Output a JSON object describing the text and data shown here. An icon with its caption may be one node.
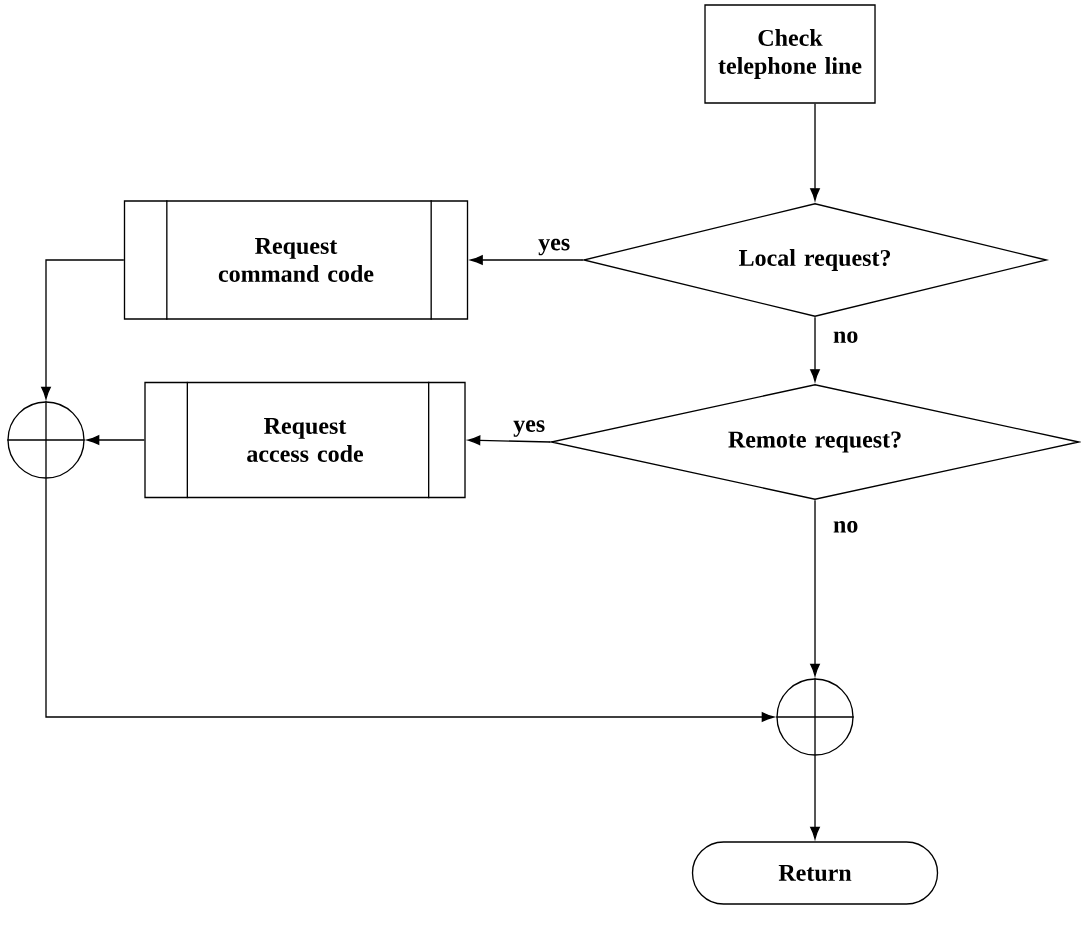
{
  "diagram": {
    "nodes": [
      {
        "text": [
          "Check telephone line"
        ]
      },
      {
        "text": [
          "Local request?"
        ]
      },
      {
        "text": [
          "Request command code"
        ]
      },
      {
        "text": [
          "Remote  request?"
        ]
      },
      {
        "text": [
          "Request access code"
        ]
      },
      {
        "text": [],
        "shape": "circle"
      },
      {
        "text": [],
        "shape": "circle"
      },
      {
        "text": [
          "Return"
        ]
      }
    ],
    "edges": [
      {
        "from": 0,
        "to": 1,
        "arrow": "to"
      },
      {
        "from": 1,
        "to": 2,
        "arrow": "to",
        "label": "yes"
      },
      {
        "from": 1,
        "to": 3,
        "arrow": "to",
        "label": "no"
      },
      {
        "from": 3,
        "to": 4,
        "arrow": "to",
        "label": "yes"
      },
      {
        "from": 3,
        "to": 6,
        "arrow": "to",
        "label": "no"
      },
      {
        "from": 2,
        "to": 5,
        "arrow": "to"
      },
      {
        "from": 4,
        "to": 5,
        "arrow": "to"
      },
      {
        "from": 5,
        "to": 6,
        "arrow": "to"
      },
      {
        "from": 6,
        "to": 7,
        "arrow": "to"
      }
    ]
  }
}
